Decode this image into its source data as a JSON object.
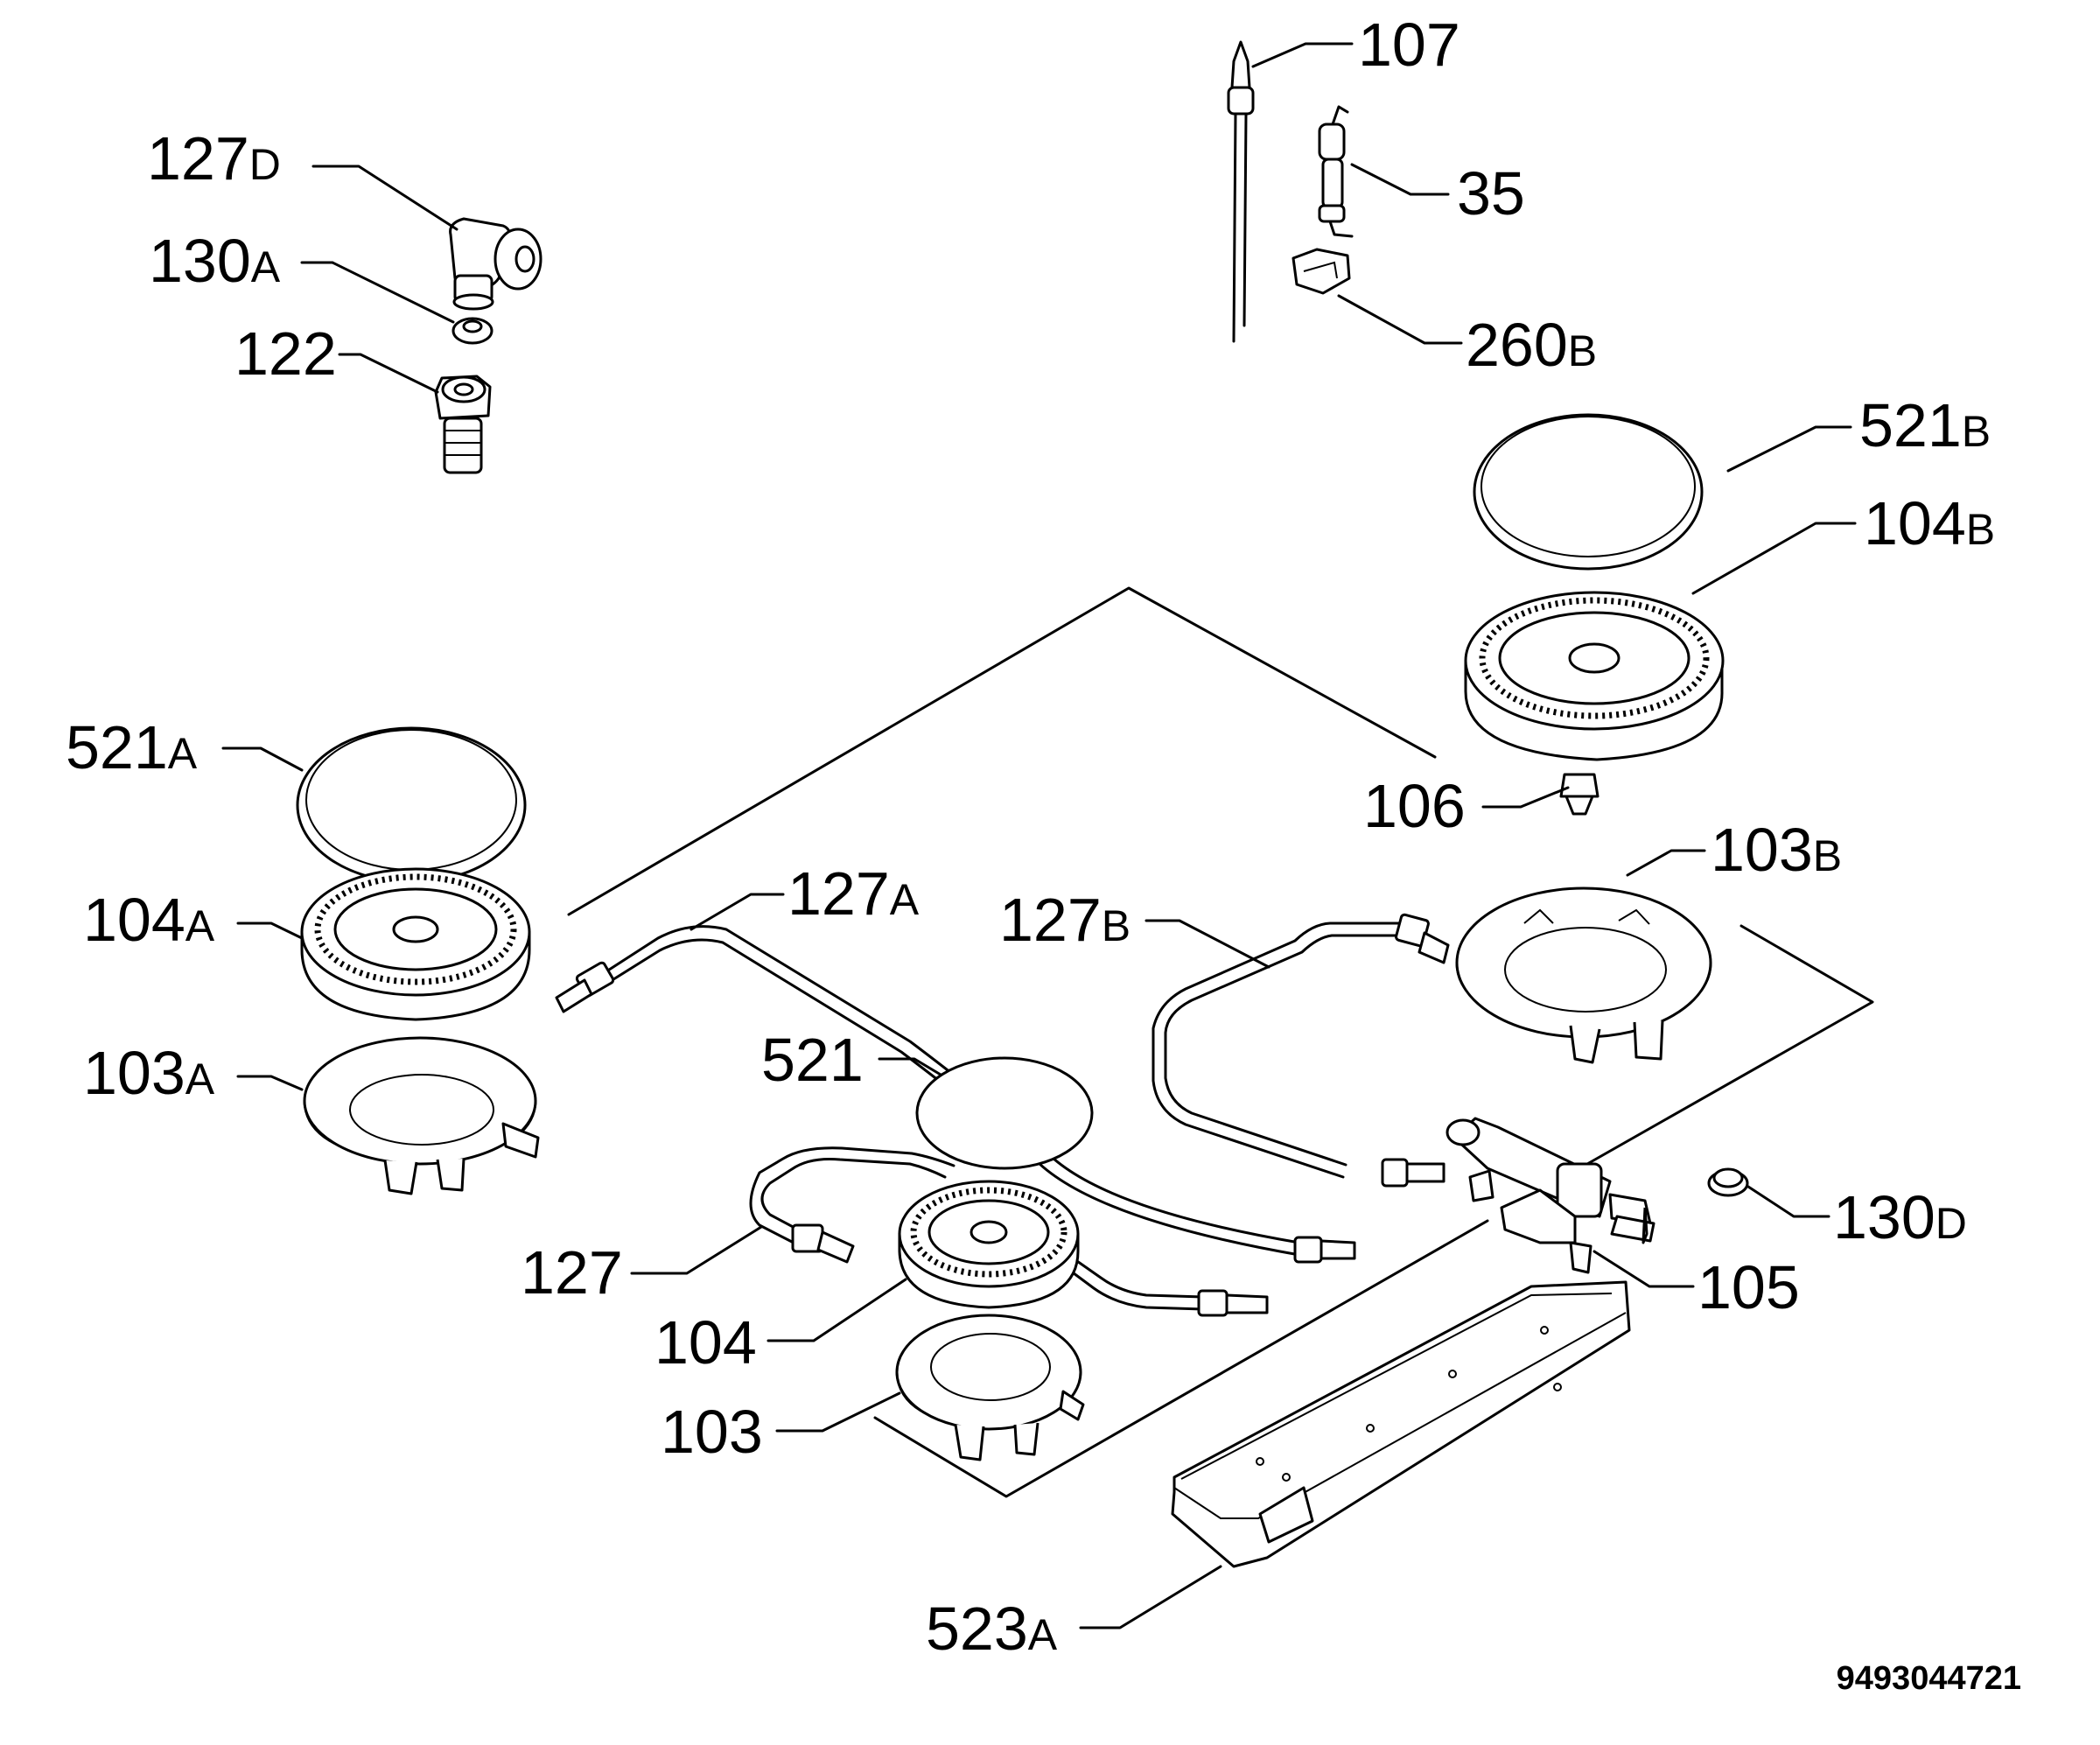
{
  "labels": {
    "p127D": {
      "num": "127",
      "suf": "D"
    },
    "p130A": {
      "num": "130",
      "suf": "A"
    },
    "p122": {
      "num": "122",
      "suf": ""
    },
    "p107": {
      "num": "107",
      "suf": ""
    },
    "p35": {
      "num": "35",
      "suf": ""
    },
    "p260B": {
      "num": "260",
      "suf": "B"
    },
    "p521B": {
      "num": "521",
      "suf": "B"
    },
    "p104B": {
      "num": "104",
      "suf": "B"
    },
    "p521A": {
      "num": "521",
      "suf": "A"
    },
    "p106": {
      "num": "106",
      "suf": ""
    },
    "p103B": {
      "num": "103",
      "suf": "B"
    },
    "p104A": {
      "num": "104",
      "suf": "A"
    },
    "p127A": {
      "num": "127",
      "suf": "A"
    },
    "p127B": {
      "num": "127",
      "suf": "B"
    },
    "p103A": {
      "num": "103",
      "suf": "A"
    },
    "p521": {
      "num": "521",
      "suf": ""
    },
    "p130D": {
      "num": "130",
      "suf": "D"
    },
    "p127": {
      "num": "127",
      "suf": ""
    },
    "p105": {
      "num": "105",
      "suf": ""
    },
    "p104": {
      "num": "104",
      "suf": ""
    },
    "p103": {
      "num": "103",
      "suf": ""
    },
    "p523A": {
      "num": "523",
      "suf": "A"
    }
  },
  "drawing_code": "9493044721"
}
